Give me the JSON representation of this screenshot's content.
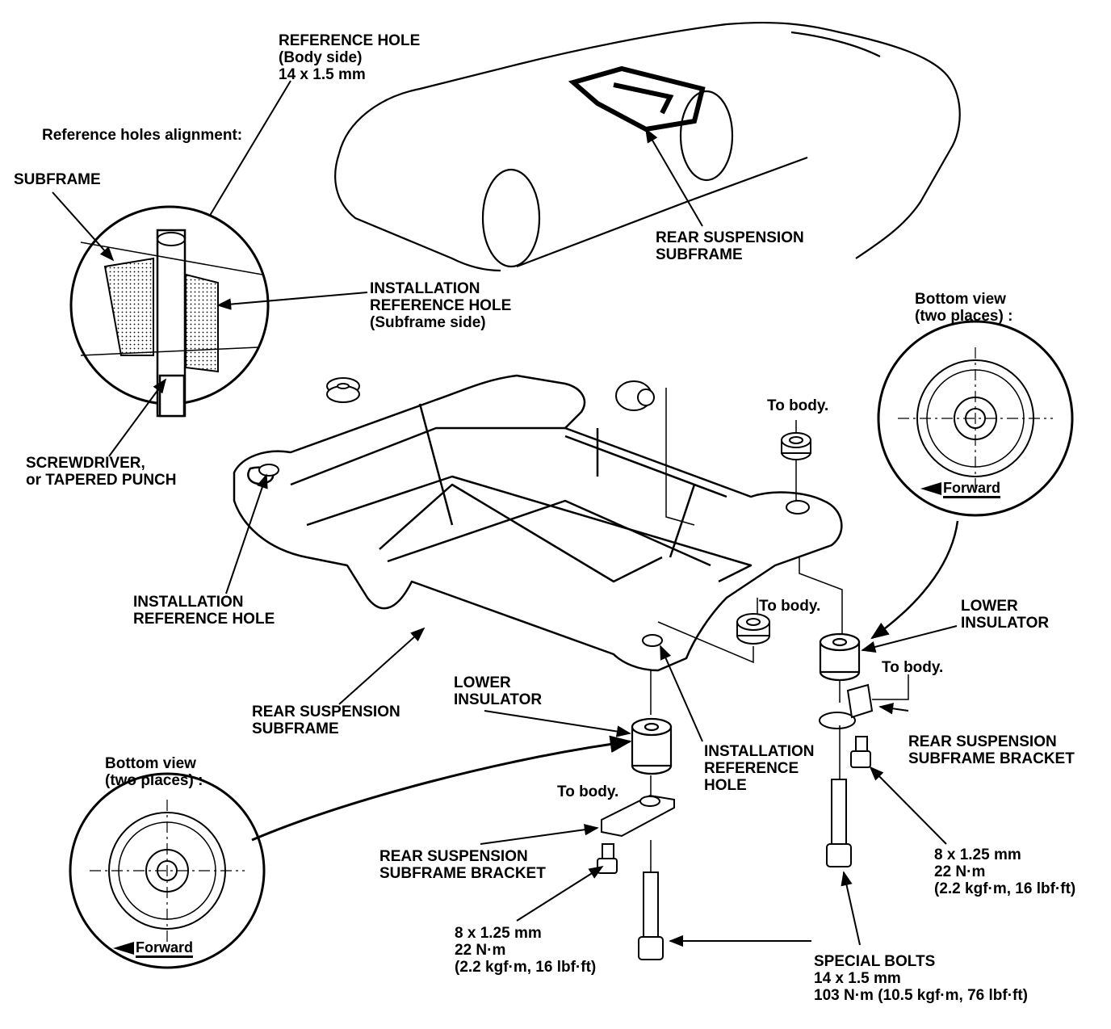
{
  "labels": {
    "ref_hole_body": [
      "REFERENCE HOLE",
      "(Body side)",
      "14 x 1.5 mm"
    ],
    "ref_alignment": "Reference holes alignment:",
    "subframe": "SUBFRAME",
    "install_ref_hole_subframe": [
      "INSTALLATION",
      "REFERENCE HOLE",
      "(Subframe side)"
    ],
    "screwdriver": [
      "SCREWDRIVER,",
      "or TAPERED PUNCH"
    ],
    "rear_susp_subframe_top": [
      "REAR SUSPENSION",
      "SUBFRAME"
    ],
    "bottom_view_right": [
      "Bottom view",
      "(two places) :"
    ],
    "forward": "Forward",
    "to_body_1": "To body.",
    "install_ref_hole_left": [
      "INSTALLATION",
      "REFERENCE HOLE"
    ],
    "to_body_2": "To body.",
    "lower_insulator_right": [
      "LOWER",
      "INSULATOR"
    ],
    "to_body_3": "To body.",
    "rear_susp_subframe_bracket_right": [
      "REAR SUSPENSION",
      "SUBFRAME BRACKET"
    ],
    "lower_insulator_center": [
      "LOWER",
      "INSULATOR"
    ],
    "rear_susp_subframe_mid": [
      "REAR SUSPENSION",
      "SUBFRAME"
    ],
    "install_ref_hole_center": [
      "INSTALLATION",
      "REFERENCE",
      "HOLE"
    ],
    "bottom_view_left": [
      "Bottom view",
      "(two places) :"
    ],
    "to_body_4": "To body.",
    "rear_susp_subframe_bracket_left": [
      "REAR SUSPENSION",
      "SUBFRAME BRACKET"
    ],
    "torque_right": [
      "8 x 1.25 mm",
      "22 N·m",
      "(2.2 kgf·m, 16 lbf·ft)"
    ],
    "torque_left": [
      "8 x 1.25 mm",
      "22 N·m",
      "(2.2 kgf·m, 16 lbf·ft)"
    ],
    "special_bolts": [
      "SPECIAL BOLTS",
      "14 x 1.5 mm",
      "103 N·m (10.5 kgf·m, 76 lbf·ft)"
    ]
  }
}
